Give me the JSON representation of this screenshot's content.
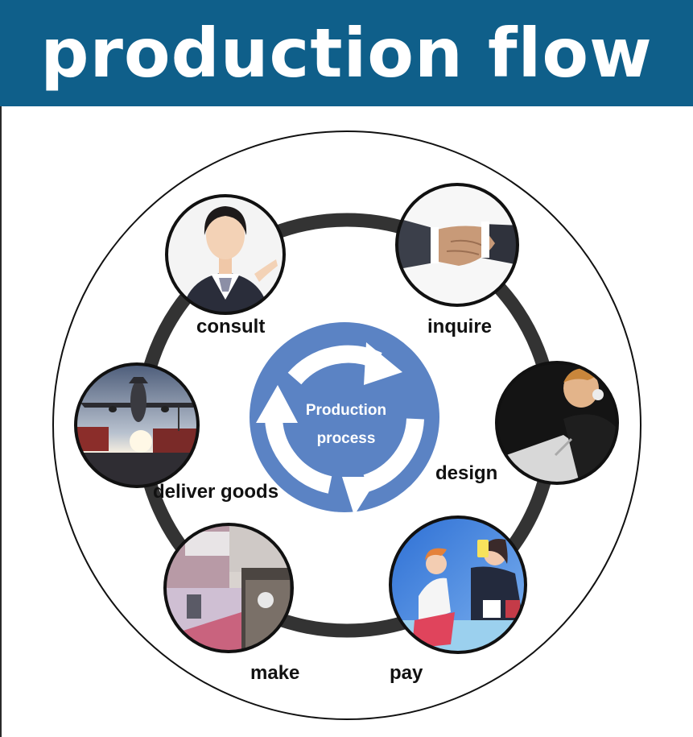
{
  "title": "production flow",
  "center": {
    "line1": "Production",
    "line2": "process"
  },
  "steps": [
    {
      "label": "consult",
      "icon": "operator-icon"
    },
    {
      "label": "inquire",
      "icon": "handshake-icon"
    },
    {
      "label": "design",
      "icon": "designer-icon"
    },
    {
      "label": "pay",
      "icon": "payment-icon"
    },
    {
      "label": "make",
      "icon": "sewing-icon"
    },
    {
      "label": "deliver goods",
      "icon": "airplane-icon"
    }
  ],
  "colors": {
    "header": "#0f5f8a",
    "center_disc": "#5b83c4",
    "ring": "#333333"
  }
}
